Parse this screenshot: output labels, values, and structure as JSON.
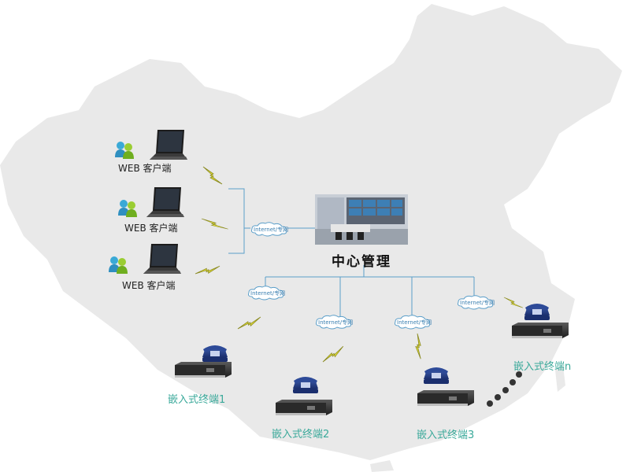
{
  "center": {
    "label": "中心管理"
  },
  "clients": [
    {
      "label": "WEB 客户端"
    },
    {
      "label": "WEB 客户端"
    },
    {
      "label": "WEB 客户端"
    }
  ],
  "clouds": [
    {
      "label": "Internet/专网"
    },
    {
      "label": "Internet/专网"
    },
    {
      "label": "Internet/专网"
    },
    {
      "label": "Internet/专网"
    },
    {
      "label": "Internet/专网"
    }
  ],
  "terminals": [
    {
      "label": "嵌入式终端1"
    },
    {
      "label": "嵌入式终端2"
    },
    {
      "label": "嵌入式终端3"
    },
    {
      "label": "嵌入式终端n"
    }
  ],
  "colors": {
    "map": "#e9e9e9",
    "line": "#5a9ec9",
    "terminal_text": "#3aa99a",
    "lightning": "#e8e23a"
  }
}
